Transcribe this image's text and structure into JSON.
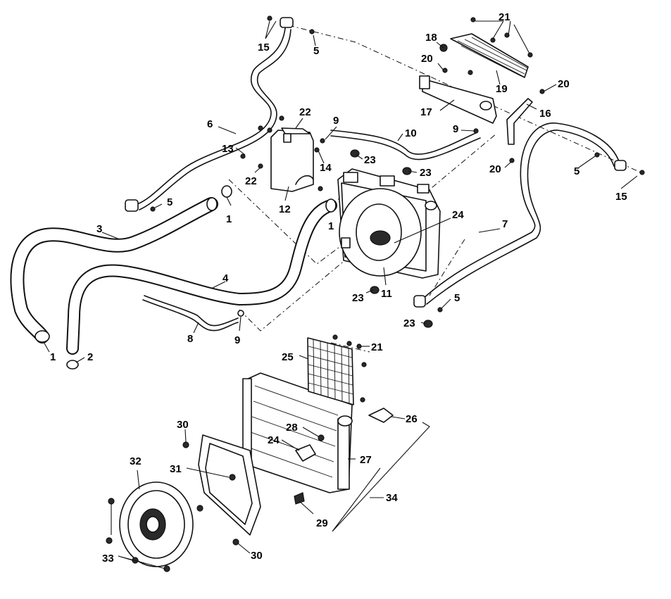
{
  "diagram": {
    "type": "exploded parts diagram",
    "callouts": {
      "c1a": "1",
      "c1b": "1",
      "c1c": "1",
      "c2": "2",
      "c3": "3",
      "c4": "4",
      "c5a": "5",
      "c5b": "5",
      "c5c": "5",
      "c5d": "5",
      "c6": "6",
      "c7": "7",
      "c8": "8",
      "c9a": "9",
      "c9b": "9",
      "c9c": "9",
      "c10": "10",
      "c11": "11",
      "c12": "12",
      "c13": "13",
      "c14": "14",
      "c15a": "15",
      "c15b": "15",
      "c16": "16",
      "c17": "17",
      "c18": "18",
      "c19": "19",
      "c20a": "20",
      "c20b": "20",
      "c20c": "20",
      "c21a": "21",
      "c21b": "21",
      "c22a": "22",
      "c22b": "22",
      "c23a": "23",
      "c23b": "23",
      "c23c": "23",
      "c23d": "23",
      "c24a": "24",
      "c24b": "24",
      "c25": "25",
      "c26": "26",
      "c27": "27",
      "c28": "28",
      "c29": "29",
      "c30a": "30",
      "c30b": "30",
      "c31": "31",
      "c32": "32",
      "c33": "33",
      "c34": "34"
    }
  }
}
